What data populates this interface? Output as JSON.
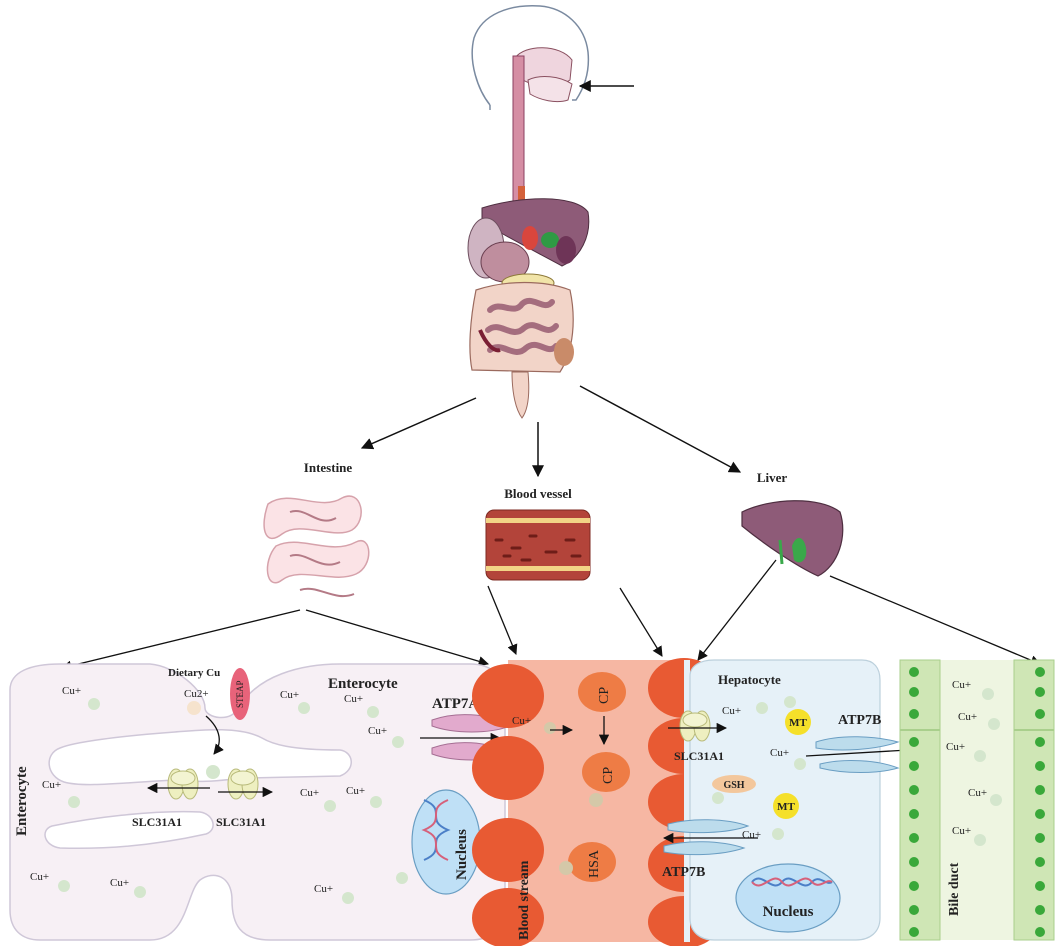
{
  "organs": {
    "intestine": "Intestine",
    "blood_vessel": "Blood vessel",
    "liver": "Liver"
  },
  "enterocyte": {
    "title_left": "Enterocyte",
    "title_right": "Enterocyte",
    "dietary_cu": "Dietary Cu",
    "cu2": "Cu2+",
    "steap": "STEAP",
    "atp7a": "ATP7A",
    "slc_left": "SLC31A1",
    "slc_right": "SLC31A1",
    "nucleus": "Nucleus",
    "cu_labels": [
      "Cu+",
      "Cu+",
      "Cu+",
      "Cu+",
      "Cu+",
      "Cu+",
      "Cu+",
      "Cu+",
      "Cu+",
      "Cu+"
    ]
  },
  "blood": {
    "stream": "Blood stream",
    "cp_top": "CP",
    "cp_mid": "CP",
    "hsa": "HSA",
    "cu": "Cu+"
  },
  "hepatocyte": {
    "title": "Hepatocyte",
    "slc": "SLC31A1",
    "atp7b_top": "ATP7B",
    "atp7b_bottom": "ATP7B",
    "mt_top": "MT",
    "mt_bottom": "MT",
    "gsh": "GSH",
    "nucleus": "Nucleus",
    "cu_labels": [
      "Cu+",
      "Cu+",
      "Cu+"
    ]
  },
  "bile": {
    "duct": "Bile duct",
    "cu_labels": [
      "Cu+",
      "Cu+",
      "Cu+",
      "Cu+",
      "Cu+"
    ]
  },
  "colors": {
    "enterocyte_fill": "#f7f0f5",
    "blood_fill": "#f6b7a3",
    "rbc": "#e85a33",
    "hepatocyte_fill": "#e6f1f8",
    "bile_fill": "#eef5e1",
    "bile_cell": "#cfe6b5",
    "bile_dot": "#3aa83a",
    "steap": "#e8637a",
    "atp7a": "#e2aacd",
    "atp7b": "#bcdcec",
    "slc": "#eeefc0",
    "cp": "#ee7c45",
    "mt": "#f5e02a",
    "gsh": "#f3c79c",
    "nucleus": "#bfe0f6",
    "cu_dot": "#d4e6cd"
  }
}
